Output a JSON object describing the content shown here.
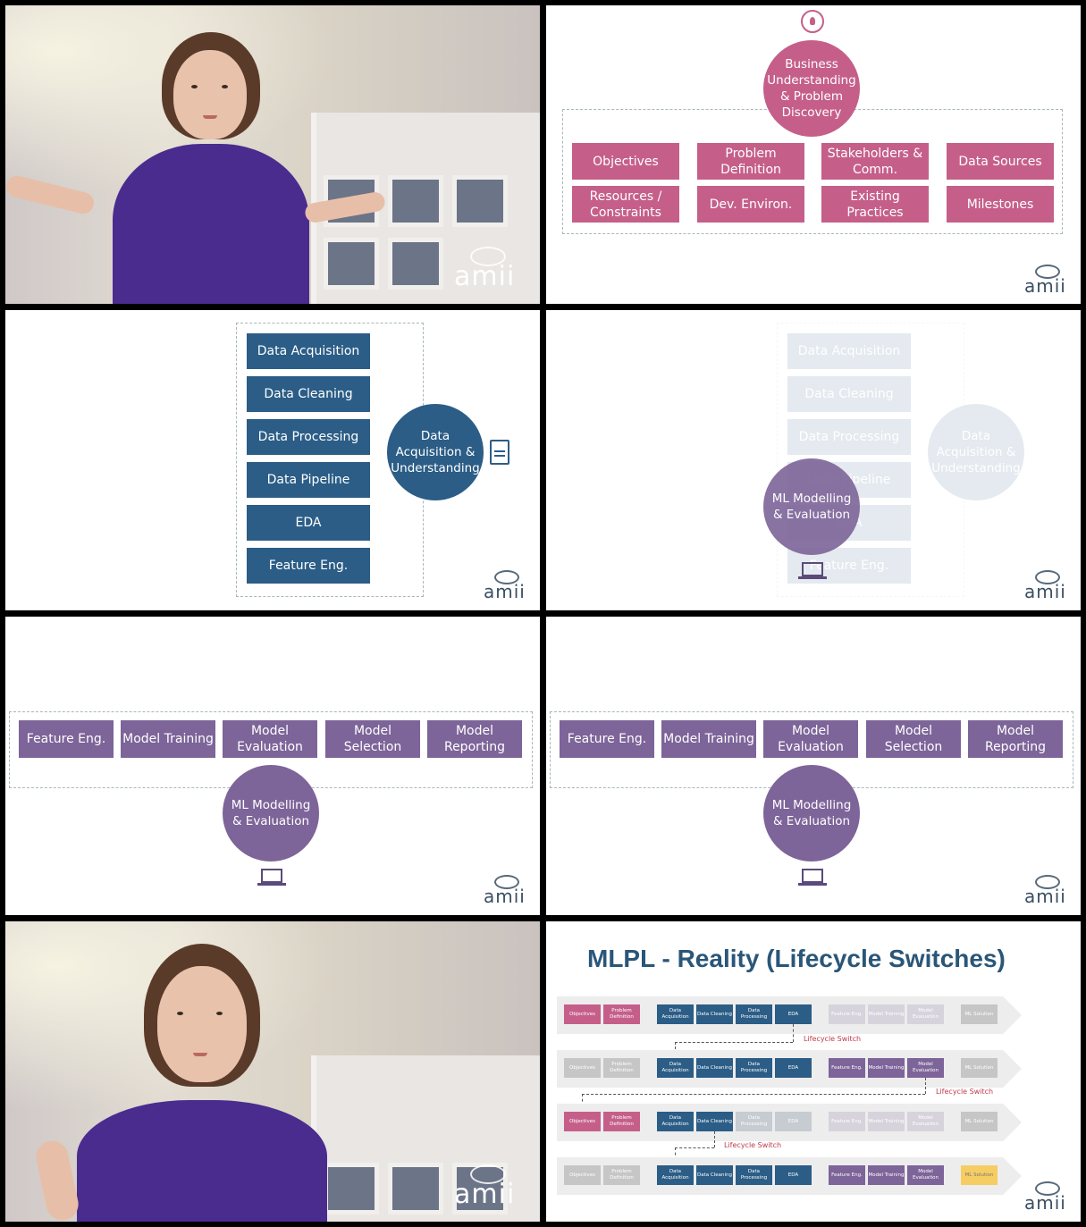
{
  "logo_text": "amii",
  "slide2": {
    "circle": "Business Understanding & Problem Discovery",
    "boxes": [
      "Objectives",
      "Problem Definition",
      "Stakeholders & Comm.",
      "Data Sources",
      "Resources / Constraints",
      "Dev. Environ.",
      "Existing Practices",
      "Milestones"
    ]
  },
  "slide3": {
    "circle": "Data Acquisition & Understanding",
    "boxes": [
      "Data Acquisition",
      "Data Cleaning",
      "Data Processing",
      "Data Pipeline",
      "EDA",
      "Feature Eng."
    ]
  },
  "slide4": {
    "circle": "ML Modelling & Evaluation"
  },
  "slide5": {
    "circle": "ML Modelling & Evaluation",
    "boxes": [
      "Feature Eng.",
      "Model Training",
      "Model Evaluation",
      "Model Selection",
      "Model Reporting"
    ]
  },
  "slide8": {
    "title": "MLPL - Reality (Lifecycle Switches)",
    "stage_labels": [
      "Objectives",
      "Problem Definition",
      "Data Acquisition",
      "Data Cleaning",
      "Data Processing",
      "EDA",
      "Feature Eng.",
      "Model Training",
      "Model Evaluation",
      "ML Solution"
    ],
    "switch_label": "Lifecycle Switch"
  },
  "colors": {
    "pink": "#c55f8a",
    "blue": "#2b5d86",
    "purple": "#7d6499",
    "yellow": "#f5cd63",
    "title": "#2a5678"
  }
}
